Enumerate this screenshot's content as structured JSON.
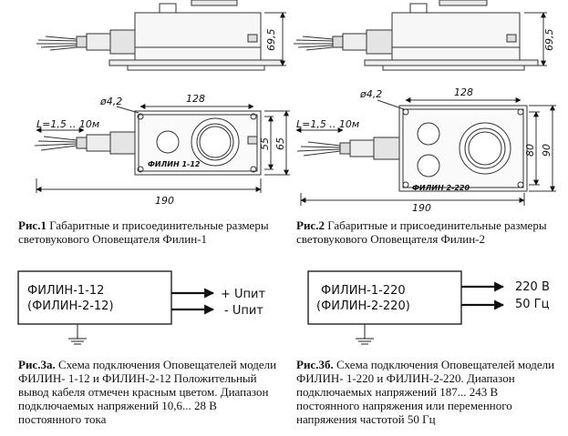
{
  "fig1": {
    "dim_height": "69,5",
    "dim_hole": "ø4,2",
    "dim_width_inner": "128",
    "dim_cable": "L=1,5 .. 10м",
    "dim_h_inner": "55",
    "dim_h_outer": "65",
    "dim_total": "190",
    "label": "ФИЛИН 1-12"
  },
  "fig2": {
    "dim_height": "69,5",
    "dim_hole": "ø4,2",
    "dim_width_inner": "128",
    "dim_cable": "L=1,5 .. 10м",
    "dim_h_inner": "80",
    "dim_h_outer": "90",
    "dim_total": "190",
    "label": "ФИЛИН 2-220"
  },
  "captions": {
    "c1_title": "Рис.1",
    "c1_text": " Габаритные и присоединительные размеры световукового Оповещателя Филин-1",
    "c2_title": "Рис.2",
    "c2_text": " Габаритные и присоединительные размеры световукового Оповещателя Филин-2",
    "c3a_title": "Рис.3а.",
    "c3a_text": " Схема подключения Оповещателей модели ФИЛИН- 1-12 и ФИЛИН-2-12 Положительный вывод кабеля отмечен красным цветом. Диапазон подключаемых напряжений 10,6... 28 В постоянного тока",
    "c3b_title": "Рис.3б.",
    "c3b_text": " Схема подключения Оповещателей модели ФИЛИН- 1-220 и ФИЛИН-2-220. Диапазон подключаемых напряжений 187... 243 В постоянного напряжения или переменного напряжения частотой 50 Гц"
  },
  "scheme_a": {
    "line1": "ФИЛИН-1-12",
    "line2": "(ФИЛИН-2-12)",
    "out1": "+ Uпит",
    "out2": "- Uпит"
  },
  "scheme_b": {
    "line1": "ФИЛИН-1-220",
    "line2": "(ФИЛИН-2-220)",
    "out1": "220 В",
    "out2": "50 Гц"
  }
}
